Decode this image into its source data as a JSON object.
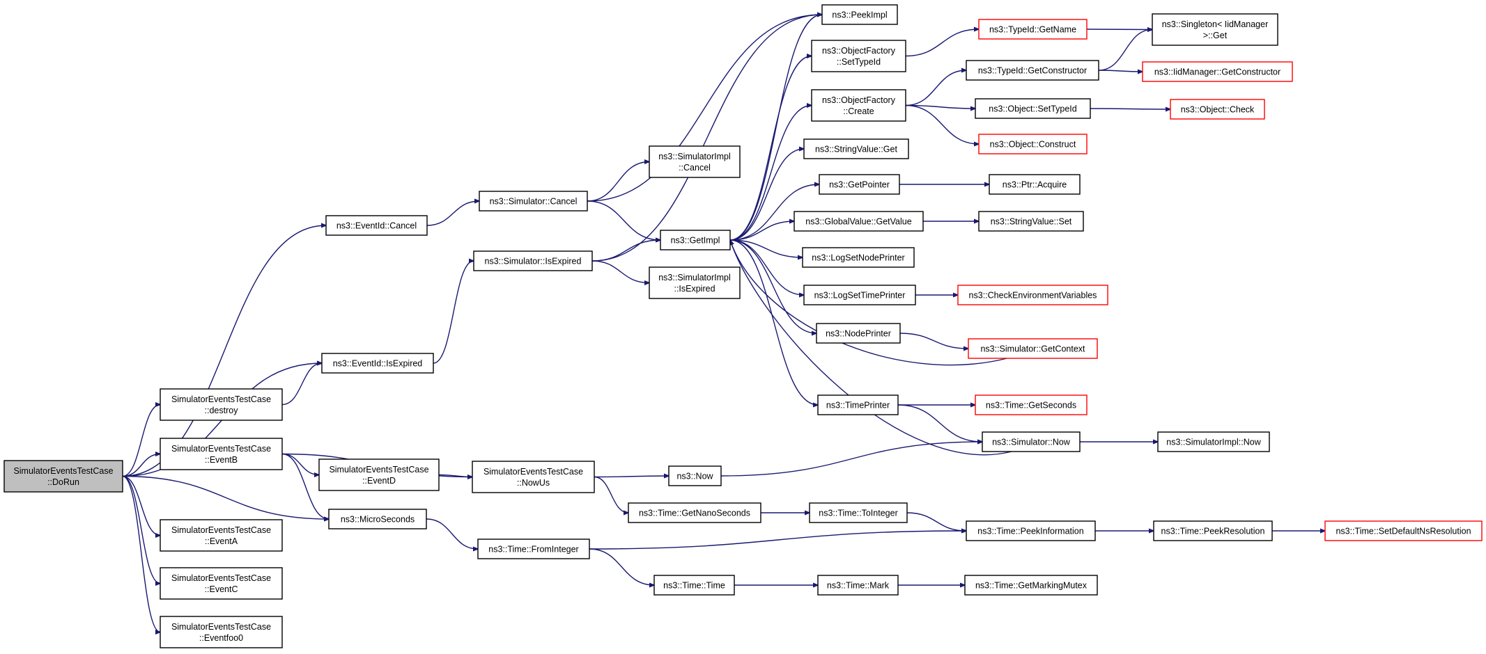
{
  "graph": {
    "colors": {
      "edge": "#191970",
      "root_fill": "#bfbfbf",
      "node_border": "#000000",
      "truncated_border": "#ff0000",
      "node_fill": "#ffffff"
    },
    "nodes": [
      {
        "id": "dorun",
        "lines": [
          "SimulatorEventsTestCase",
          "::DoRun"
        ],
        "kind": "root"
      },
      {
        "id": "evidcancel",
        "lines": [
          "ns3::EventId::Cancel"
        ],
        "kind": "normal"
      },
      {
        "id": "evidexpired",
        "lines": [
          "ns3::EventId::IsExpired"
        ],
        "kind": "normal"
      },
      {
        "id": "destroy",
        "lines": [
          "SimulatorEventsTestCase",
          "::destroy"
        ],
        "kind": "normal"
      },
      {
        "id": "eventb",
        "lines": [
          "SimulatorEventsTestCase",
          "::EventB"
        ],
        "kind": "normal"
      },
      {
        "id": "micro",
        "lines": [
          "ns3::MicroSeconds"
        ],
        "kind": "normal"
      },
      {
        "id": "eventa",
        "lines": [
          "SimulatorEventsTestCase",
          "::EventA"
        ],
        "kind": "normal"
      },
      {
        "id": "eventc",
        "lines": [
          "SimulatorEventsTestCase",
          "::EventC"
        ],
        "kind": "normal"
      },
      {
        "id": "eventfoo",
        "lines": [
          "SimulatorEventsTestCase",
          "::Eventfoo0"
        ],
        "kind": "normal"
      },
      {
        "id": "eventd",
        "lines": [
          "SimulatorEventsTestCase",
          "::EventD"
        ],
        "kind": "normal"
      },
      {
        "id": "simcancel",
        "lines": [
          "ns3::Simulator::Cancel"
        ],
        "kind": "normal"
      },
      {
        "id": "simexpired",
        "lines": [
          "ns3::Simulator::IsExpired"
        ],
        "kind": "normal"
      },
      {
        "id": "nowus",
        "lines": [
          "SimulatorEventsTestCase",
          "::NowUs"
        ],
        "kind": "normal"
      },
      {
        "id": "fromint",
        "lines": [
          "ns3::Time::FromInteger"
        ],
        "kind": "normal"
      },
      {
        "id": "implcancel",
        "lines": [
          "ns3::SimulatorImpl",
          "::Cancel"
        ],
        "kind": "normal"
      },
      {
        "id": "implexpired",
        "lines": [
          "ns3::SimulatorImpl",
          "::IsExpired"
        ],
        "kind": "normal"
      },
      {
        "id": "getimpl",
        "lines": [
          "ns3::GetImpl"
        ],
        "kind": "normal"
      },
      {
        "id": "now",
        "lines": [
          "ns3::Now"
        ],
        "kind": "normal"
      },
      {
        "id": "getnano",
        "lines": [
          "ns3::Time::GetNanoSeconds"
        ],
        "kind": "normal"
      },
      {
        "id": "timetime",
        "lines": [
          "ns3::Time::Time"
        ],
        "kind": "normal"
      },
      {
        "id": "peekimpl",
        "lines": [
          "ns3::PeekImpl"
        ],
        "kind": "normal"
      },
      {
        "id": "ofsettype",
        "lines": [
          "ns3::ObjectFactory",
          "::SetTypeId"
        ],
        "kind": "normal"
      },
      {
        "id": "ofcreate",
        "lines": [
          "ns3::ObjectFactory",
          "::Create"
        ],
        "kind": "normal"
      },
      {
        "id": "strget",
        "lines": [
          "ns3::StringValue::Get"
        ],
        "kind": "normal"
      },
      {
        "id": "getpointer",
        "lines": [
          "ns3::GetPointer"
        ],
        "kind": "normal"
      },
      {
        "id": "gvget",
        "lines": [
          "ns3::GlobalValue::GetValue"
        ],
        "kind": "normal"
      },
      {
        "id": "lognode",
        "lines": [
          "ns3::LogSetNodePrinter"
        ],
        "kind": "normal"
      },
      {
        "id": "logtime",
        "lines": [
          "ns3::LogSetTimePrinter"
        ],
        "kind": "normal"
      },
      {
        "id": "nodeprinter",
        "lines": [
          "ns3::NodePrinter"
        ],
        "kind": "normal"
      },
      {
        "id": "timeprinter",
        "lines": [
          "ns3::TimePrinter"
        ],
        "kind": "normal"
      },
      {
        "id": "tointeger",
        "lines": [
          "ns3::Time::ToInteger"
        ],
        "kind": "normal"
      },
      {
        "id": "mark",
        "lines": [
          "ns3::Time::Mark"
        ],
        "kind": "normal"
      },
      {
        "id": "getname",
        "lines": [
          "ns3::TypeId::GetName"
        ],
        "kind": "truncated"
      },
      {
        "id": "getctor",
        "lines": [
          "ns3::TypeId::GetConstructor"
        ],
        "kind": "normal"
      },
      {
        "id": "objsettype",
        "lines": [
          "ns3::Object::SetTypeId"
        ],
        "kind": "normal"
      },
      {
        "id": "objconstruct",
        "lines": [
          "ns3::Object::Construct"
        ],
        "kind": "truncated"
      },
      {
        "id": "ptracquire",
        "lines": [
          "ns3::Ptr::Acquire"
        ],
        "kind": "normal"
      },
      {
        "id": "strset",
        "lines": [
          "ns3::StringValue::Set"
        ],
        "kind": "normal"
      },
      {
        "id": "checkenv",
        "lines": [
          "ns3::CheckEnvironmentVariables"
        ],
        "kind": "truncated"
      },
      {
        "id": "getcontext",
        "lines": [
          "ns3::Simulator::GetContext"
        ],
        "kind": "truncated"
      },
      {
        "id": "getseconds",
        "lines": [
          "ns3::Time::GetSeconds"
        ],
        "kind": "truncated"
      },
      {
        "id": "simnow",
        "lines": [
          "ns3::Simulator::Now"
        ],
        "kind": "normal"
      },
      {
        "id": "peekinfo",
        "lines": [
          "ns3::Time::PeekInformation"
        ],
        "kind": "normal"
      },
      {
        "id": "getmutex",
        "lines": [
          "ns3::Time::GetMarkingMutex"
        ],
        "kind": "normal"
      },
      {
        "id": "singleton",
        "lines": [
          "ns3::Singleton< IidManager",
          ">::Get"
        ],
        "kind": "normal"
      },
      {
        "id": "iidctor",
        "lines": [
          "ns3::IidManager::GetConstructor"
        ],
        "kind": "truncated"
      },
      {
        "id": "objcheck",
        "lines": [
          "ns3::Object::Check"
        ],
        "kind": "truncated"
      },
      {
        "id": "implnow",
        "lines": [
          "ns3::SimulatorImpl::Now"
        ],
        "kind": "normal"
      },
      {
        "id": "peekres",
        "lines": [
          "ns3::Time::PeekResolution"
        ],
        "kind": "normal"
      },
      {
        "id": "setdefres",
        "lines": [
          "ns3::Time::SetDefaultNsResolution"
        ],
        "kind": "truncated"
      }
    ],
    "edges": [
      [
        "dorun",
        "evidcancel"
      ],
      [
        "dorun",
        "evidexpired"
      ],
      [
        "dorun",
        "destroy"
      ],
      [
        "dorun",
        "eventb"
      ],
      [
        "dorun",
        "micro"
      ],
      [
        "dorun",
        "eventa"
      ],
      [
        "dorun",
        "eventc"
      ],
      [
        "dorun",
        "eventfoo"
      ],
      [
        "evidcancel",
        "simcancel"
      ],
      [
        "evidexpired",
        "simexpired"
      ],
      [
        "destroy",
        "evidexpired"
      ],
      [
        "eventb",
        "eventd"
      ],
      [
        "eventb",
        "nowus"
      ],
      [
        "eventb",
        "micro"
      ],
      [
        "eventd",
        "nowus"
      ],
      [
        "micro",
        "fromint"
      ],
      [
        "simcancel",
        "implcancel"
      ],
      [
        "simcancel",
        "getimpl"
      ],
      [
        "simcancel",
        "peekimpl"
      ],
      [
        "simexpired",
        "getimpl"
      ],
      [
        "simexpired",
        "implexpired"
      ],
      [
        "simexpired",
        "peekimpl"
      ],
      [
        "nowus",
        "now"
      ],
      [
        "nowus",
        "getnano"
      ],
      [
        "fromint",
        "timetime"
      ],
      [
        "fromint",
        "peekinfo"
      ],
      [
        "now",
        "simnow"
      ],
      [
        "getnano",
        "tointeger"
      ],
      [
        "tointeger",
        "peekinfo"
      ],
      [
        "timetime",
        "mark"
      ],
      [
        "mark",
        "getmutex"
      ],
      [
        "getimpl",
        "peekimpl"
      ],
      [
        "getimpl",
        "ofsettype"
      ],
      [
        "getimpl",
        "ofcreate"
      ],
      [
        "getimpl",
        "strget"
      ],
      [
        "getimpl",
        "getpointer"
      ],
      [
        "getimpl",
        "gvget"
      ],
      [
        "getimpl",
        "lognode"
      ],
      [
        "getimpl",
        "logtime"
      ],
      [
        "getimpl",
        "nodeprinter"
      ],
      [
        "getimpl",
        "timeprinter"
      ],
      [
        "ofsettype",
        "getname"
      ],
      [
        "getname",
        "singleton"
      ],
      [
        "ofcreate",
        "getctor"
      ],
      [
        "ofcreate",
        "objsettype"
      ],
      [
        "ofcreate",
        "objconstruct"
      ],
      [
        "getctor",
        "singleton"
      ],
      [
        "getctor",
        "iidctor"
      ],
      [
        "objsettype",
        "objcheck"
      ],
      [
        "getpointer",
        "ptracquire"
      ],
      [
        "gvget",
        "strset"
      ],
      [
        "logtime",
        "checkenv"
      ],
      [
        "nodeprinter",
        "getcontext"
      ],
      [
        "getcontext",
        "getimpl"
      ],
      [
        "timeprinter",
        "getseconds"
      ],
      [
        "timeprinter",
        "simnow"
      ],
      [
        "simnow",
        "getimpl"
      ],
      [
        "simnow",
        "implnow"
      ],
      [
        "peekinfo",
        "peekres"
      ],
      [
        "peekres",
        "setdefres"
      ]
    ]
  }
}
